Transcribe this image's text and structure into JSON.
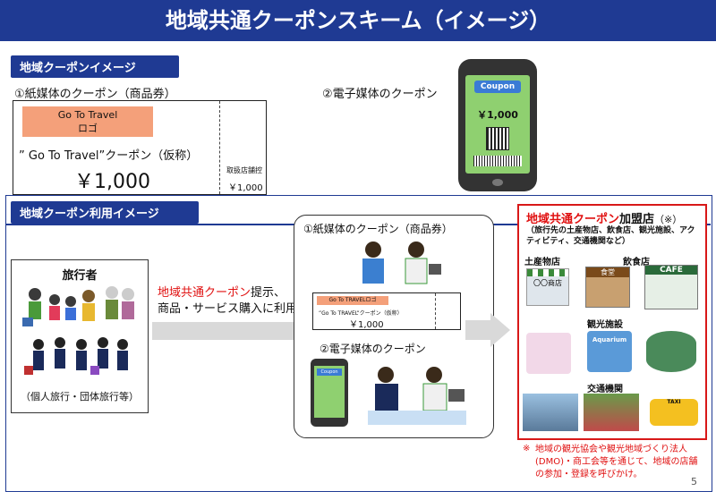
{
  "title": "地域共通クーポンスキーム（イメージ）",
  "section1": {
    "label": "地域クーポンイメージ",
    "paper_heading": "①紙媒体のクーポン（商品券）",
    "digital_heading": "②電子媒体のクーポン",
    "coupon": {
      "logo_line1": "Go To Travel",
      "logo_line2": "ロゴ",
      "name": "” Go To Travel”クーポン（仮称）",
      "price": "￥1,000",
      "stub_label": "取扱店舗控",
      "stub_price": "￥1,000"
    },
    "phone": {
      "brand": "Coupon",
      "amount": "￥1,000"
    }
  },
  "section2": {
    "label": "地域クーポン利用イメージ",
    "traveler": {
      "heading": "旅行者",
      "note": "（個人旅行・団体旅行等）"
    },
    "arrow_text_red": "地域共通クーポン",
    "arrow_text_1": "提示、",
    "arrow_text_2": "商品・サービス購入に利用",
    "middle": {
      "paper_heading": "①紙媒体のクーポン（商品券）",
      "digital_heading": "②電子媒体のクーポン",
      "mini_coupon_logo": "Go To TRAVELロゴ",
      "mini_coupon_name": "”Go To TRAVEL”クーポン（仮称）",
      "mini_coupon_price": "￥1,000",
      "phone_brand": "Coupon"
    },
    "stores": {
      "heading_red": "地域共通クーポン",
      "heading_black": "加盟店",
      "heading_mark": "（※）",
      "subheading": "（旅行先の土産物店、飲食店、観光施設、アクティビティ、交通機関など）",
      "souvenir": "土産物店",
      "restaurant": "飲食店",
      "tourism": "観光施設",
      "transport": "交通機関",
      "shop_sign": "〇〇商店",
      "shokudo_sign": "食堂",
      "cafe_sign": "CAFE",
      "aquarium_sign": "Aquarium",
      "taxi_sign": "TAXI"
    },
    "footnote_mark": "※",
    "footnote": "地域の観光協会や観光地域づくり法人(DMO)・商工会等を通じて、地域の店舗の参加・登録を呼びかけ。"
  },
  "page_number": "5",
  "colors": {
    "navy": "#1f3a93",
    "red": "#e01010",
    "coupon_pink": "#f4a07a",
    "phone_green": "#8fd070"
  }
}
